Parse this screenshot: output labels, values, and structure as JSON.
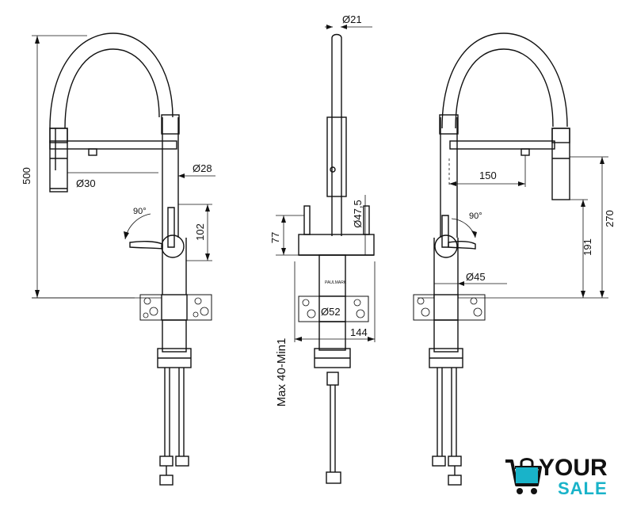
{
  "dimensions": {
    "d500": "500",
    "d30": "Ø30",
    "d28": "Ø28",
    "d90_left": "90°",
    "d102": "102",
    "d21": "Ø21",
    "d77": "77",
    "d47_5": "Ø47,5",
    "d52": "Ø52",
    "d144": "144",
    "mounting": "Max 40-Min1",
    "d150": "150",
    "d90_right": "90°",
    "d191": "191",
    "d270": "270",
    "d45": "Ø45"
  },
  "body_label": "PAULMARK",
  "logo": {
    "word1": "YOUR",
    "word2": "SALE",
    "accent_color": "#19b3c9",
    "icon": "shopping-cart-icon"
  }
}
